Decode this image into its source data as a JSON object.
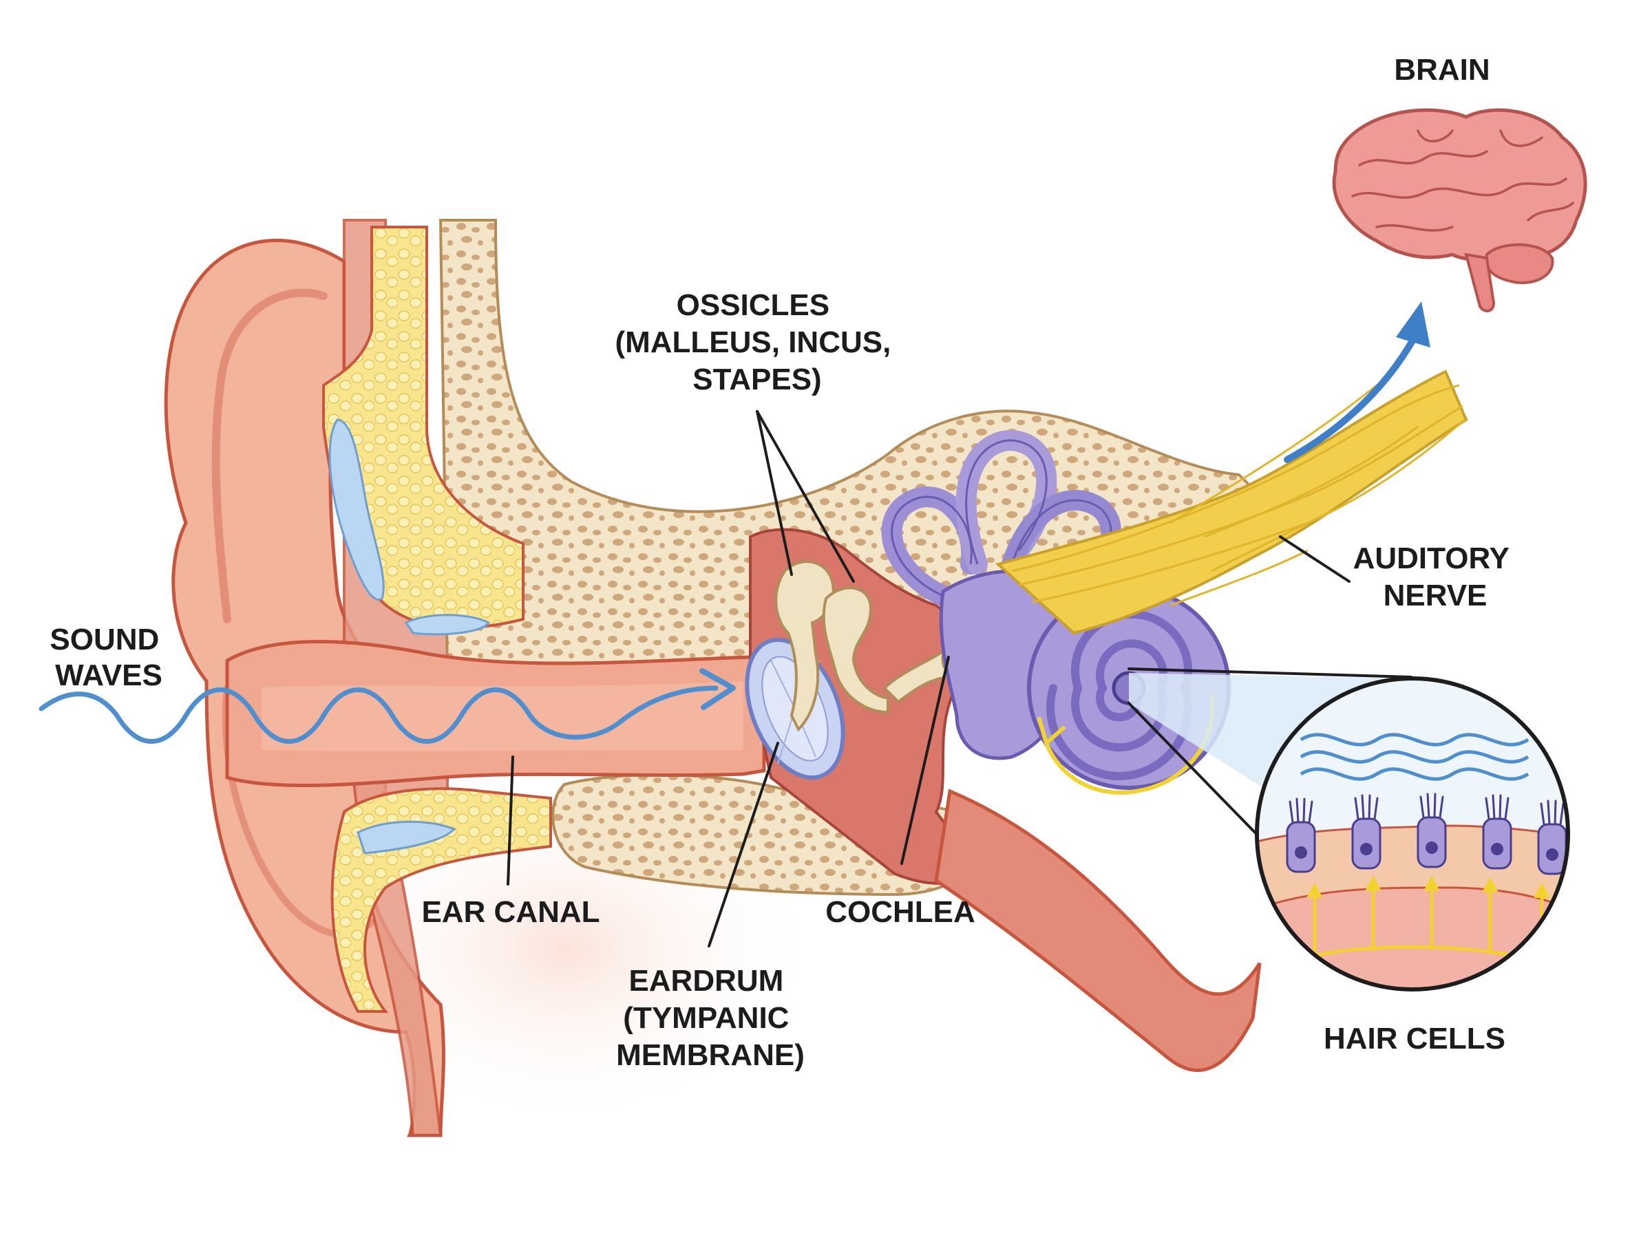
{
  "labels": {
    "sound_waves": [
      "SOUND",
      "WAVES"
    ],
    "ossicles": [
      "OSSICLES",
      "(MALLEUS, INCUS,",
      "STAPES)"
    ],
    "brain": "BRAIN",
    "auditory_nerve": [
      "AUDITORY",
      "NERVE"
    ],
    "ear_canal": "EAR CANAL",
    "cochlea": "COCHLEA",
    "eardrum": [
      "EARDRUM",
      "(TYMPANIC",
      "MEMBRANE)"
    ],
    "hair_cells": "HAIR CELLS"
  },
  "colors": {
    "skin": "#f2b49a",
    "skin_outline": "#c8553d",
    "cartilage": "#f7e38a",
    "bone": "#f3e6c8",
    "bone_pores": "#c9a57a",
    "middle_ear": "#d8776a",
    "inner_ear": "#a99ad9",
    "inner_ear_outline": "#6b5bb0",
    "nerve": "#f1cf4d",
    "sound_wave": "#4f8fd0",
    "brain": "#ee9a96",
    "brain_outline": "#b5544f",
    "arrow": "#3f7fc8",
    "signal_arrow": "#f2d22e"
  },
  "icons": [
    "brain-icon",
    "sound-wave-arrow-icon",
    "signal-arrow-icon"
  ]
}
